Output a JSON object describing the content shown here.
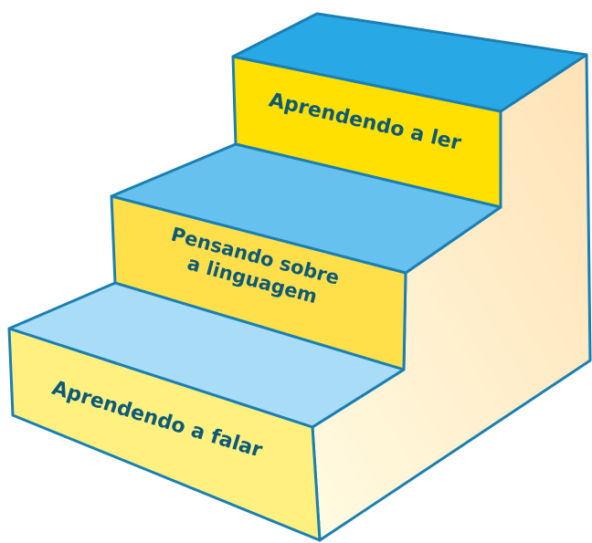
{
  "steps": [
    {
      "label_lines": [
        "Aprendendo a ler"
      ]
    },
    {
      "label_lines": [
        "Pensando sobre",
        "a linguagem"
      ]
    },
    {
      "label_lines": [
        "Aprendendo a falar"
      ]
    }
  ],
  "colors": {
    "outline": "#1a7fb3",
    "text": "#0d5a78",
    "top_step_top": "#29a8e6",
    "middle_step_top": "#66c1ef",
    "bottom_step_top": "#a9dcf6",
    "front_top_step": "#ffe000",
    "front_middle_step": "#ffe04a",
    "front_bottom_step": "#fff080",
    "side_light": "#fffbe2",
    "side_dark": "#ffe2b6"
  }
}
